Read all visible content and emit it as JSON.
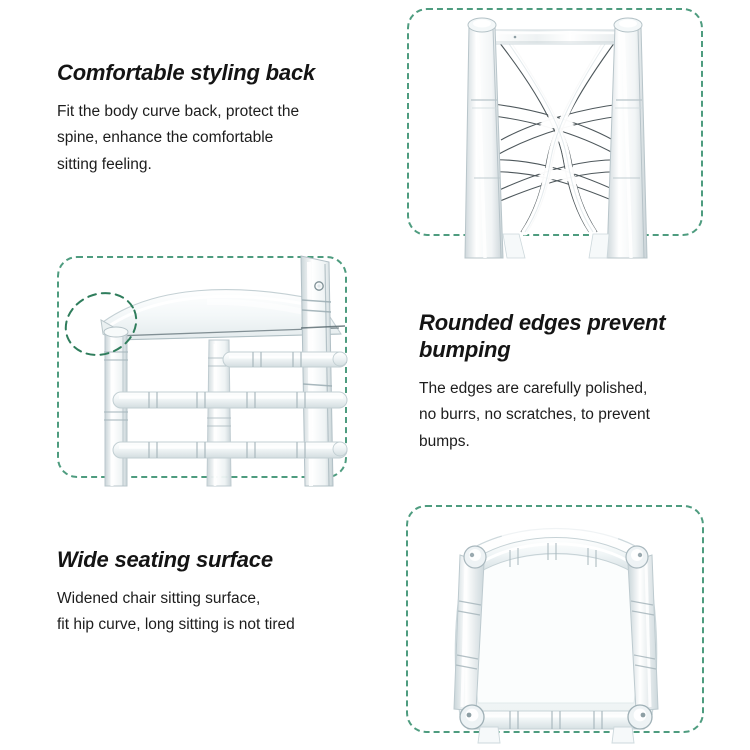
{
  "page": {
    "background_color": "#ffffff",
    "accent_color": "#4e9c7f",
    "text_color": "#141414"
  },
  "features": [
    {
      "id": "comfortable-styling-back",
      "title": "Comfortable styling back",
      "description": "Fit the body curve back, protect the\nspine, enhance the comfortable\nsitting feeling."
    },
    {
      "id": "rounded-edges-prevent-bumping",
      "title": "Rounded edges prevent\nbumping",
      "description": "The edges are carefully polished,\nno burrs, no scratches, to prevent\nbumps."
    },
    {
      "id": "wide-seating-surface",
      "title": "Wide seating surface",
      "description": "Widened chair sitting surface,\nfit hip curve, long sitting is not tired"
    }
  ],
  "photos": [
    {
      "id": "chair-backrest",
      "subject": "clear acrylic chair cross-back lattice backrest",
      "frame": "dashed-rounded-green"
    },
    {
      "id": "chair-seat-corner",
      "subject": "clear acrylic chair seat corner with bamboo-style stretcher legs",
      "frame": "dashed-rounded-green",
      "annotation": "dashed-green-ellipse-highlighting-rounded-corner"
    },
    {
      "id": "chair-seat-top",
      "subject": "clear acrylic chair wide seating surface viewed from above",
      "frame": "dashed-rounded-green"
    }
  ]
}
